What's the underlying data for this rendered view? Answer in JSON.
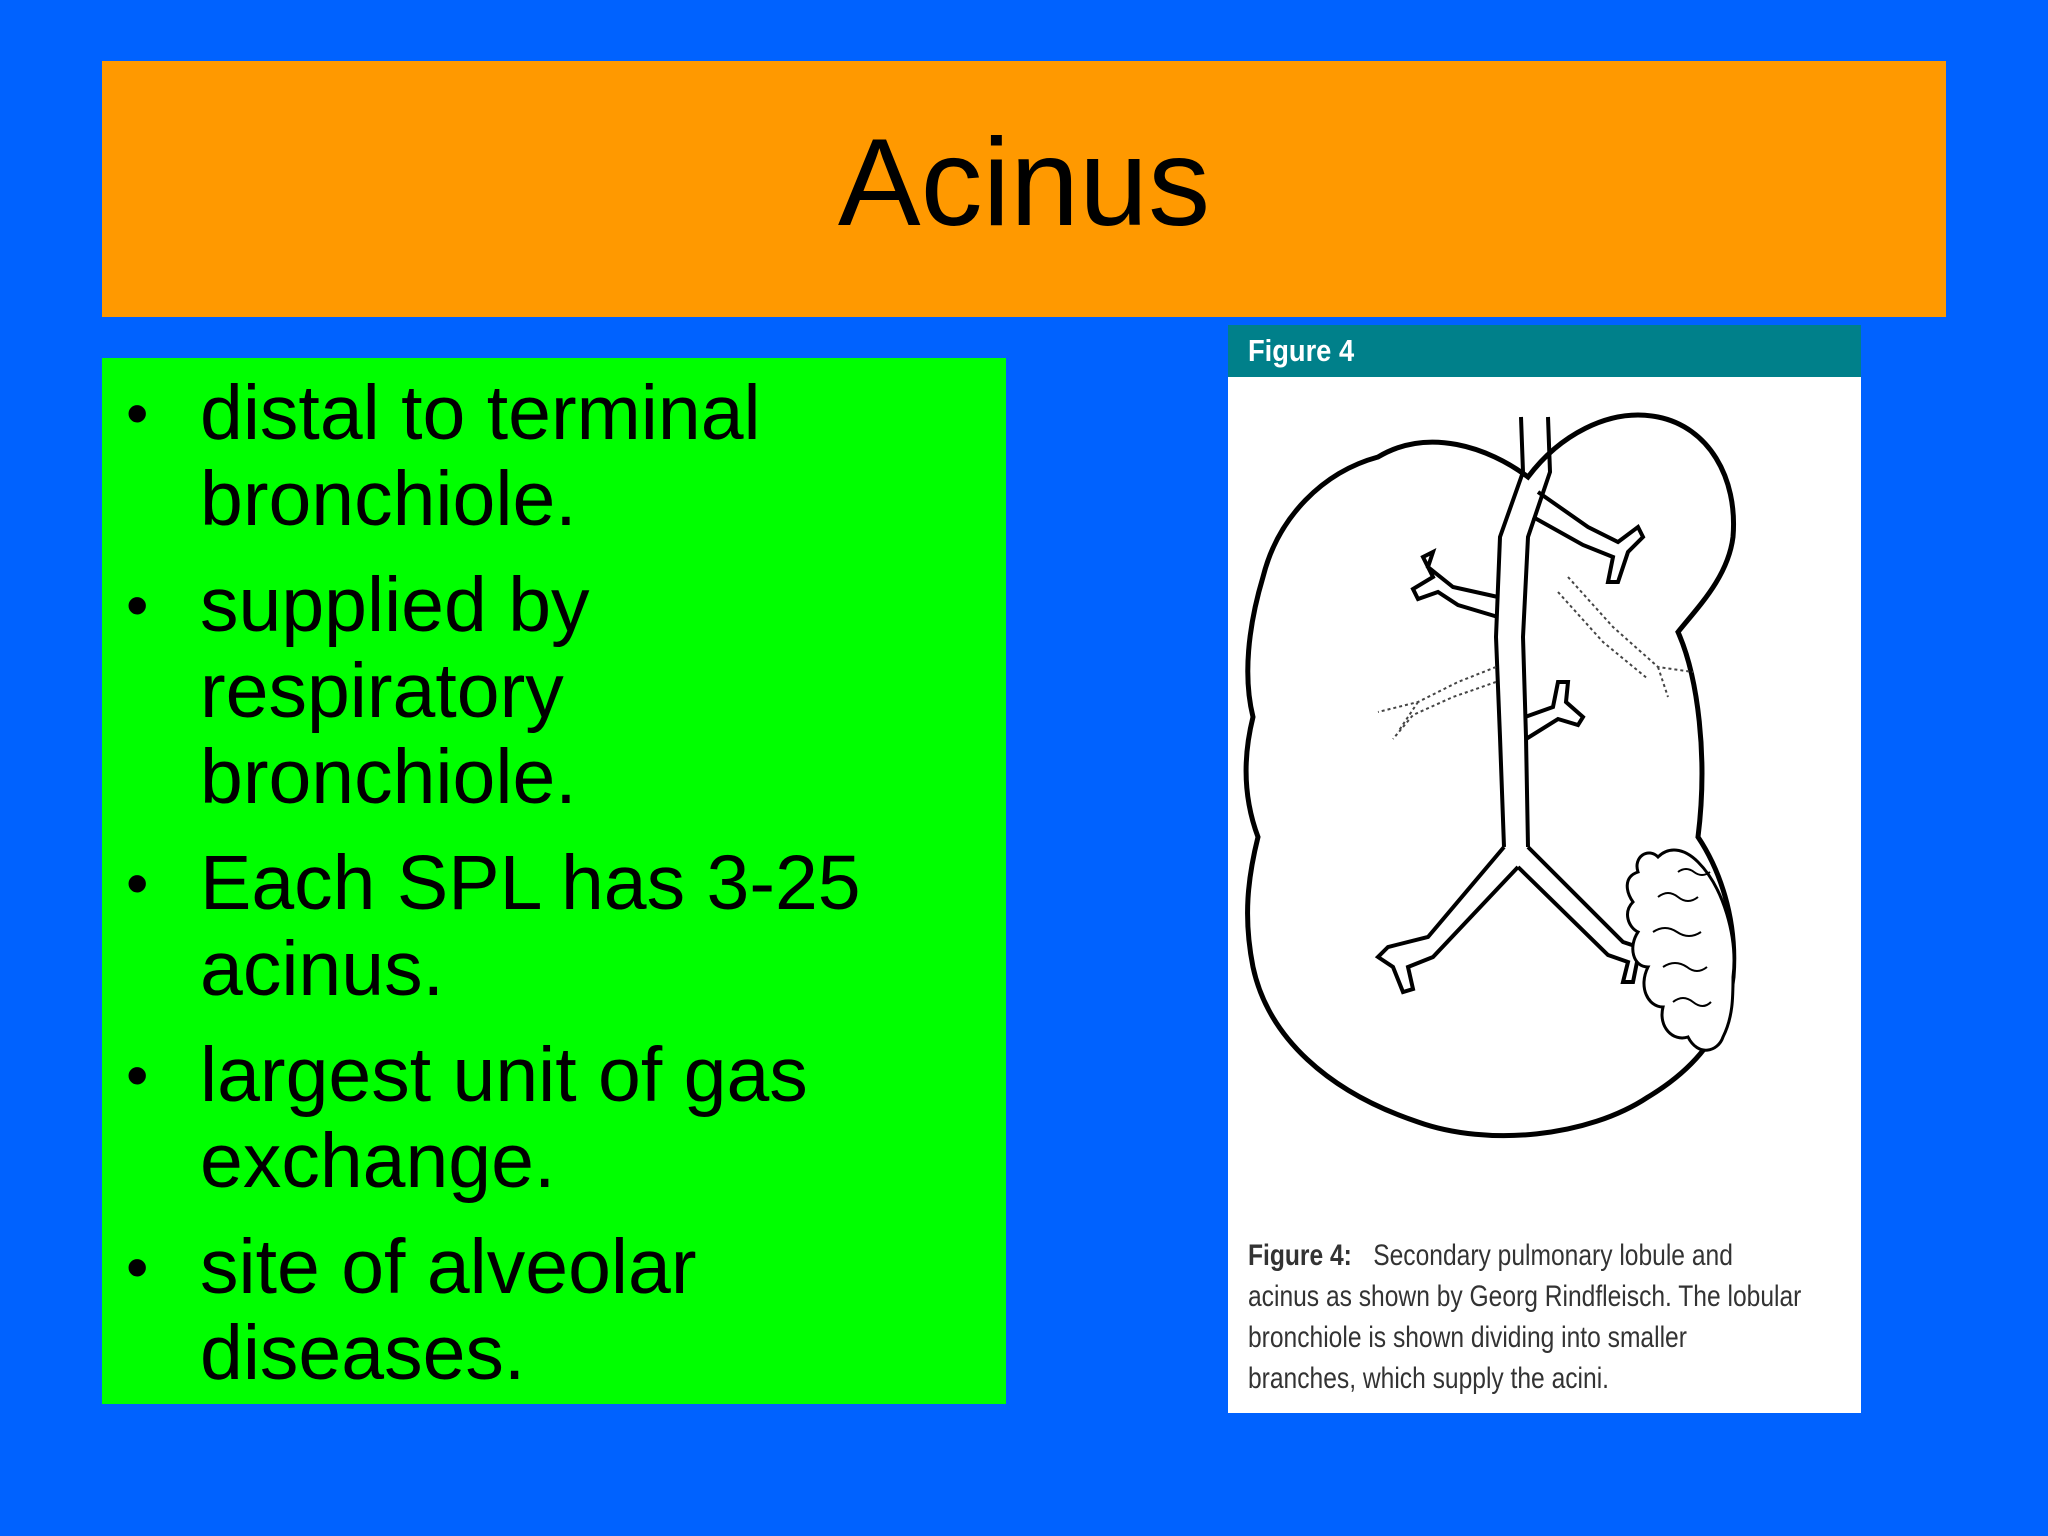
{
  "slide": {
    "title": "Acinus",
    "bullets": [
      {
        "lines": [
          "distal to terminal",
          "bronchiole."
        ]
      },
      {
        "lines": [
          "supplied by",
          "respiratory",
          "bronchiole."
        ]
      },
      {
        "lines": [
          "Each SPL has 3-25",
          "acinus."
        ]
      },
      {
        "lines": [
          "largest unit of gas",
          "exchange."
        ]
      },
      {
        "lines": [
          "site of alveolar",
          "diseases."
        ]
      }
    ],
    "bullet_glyph": "•"
  },
  "figure": {
    "header": "Figure 4",
    "caption_label": "Figure 4:",
    "caption_lines": [
      "Secondary pulmonary lobule and",
      "acinus as shown by Georg Rindfleisch. The lobular",
      "bronchiole is shown dividing into smaller",
      "branches, which supply the acini."
    ]
  },
  "colors": {
    "background": "#0062ff",
    "title_bar": "#ff9900",
    "bullet_box": "#00ff00",
    "figure_header": "#00808a"
  }
}
